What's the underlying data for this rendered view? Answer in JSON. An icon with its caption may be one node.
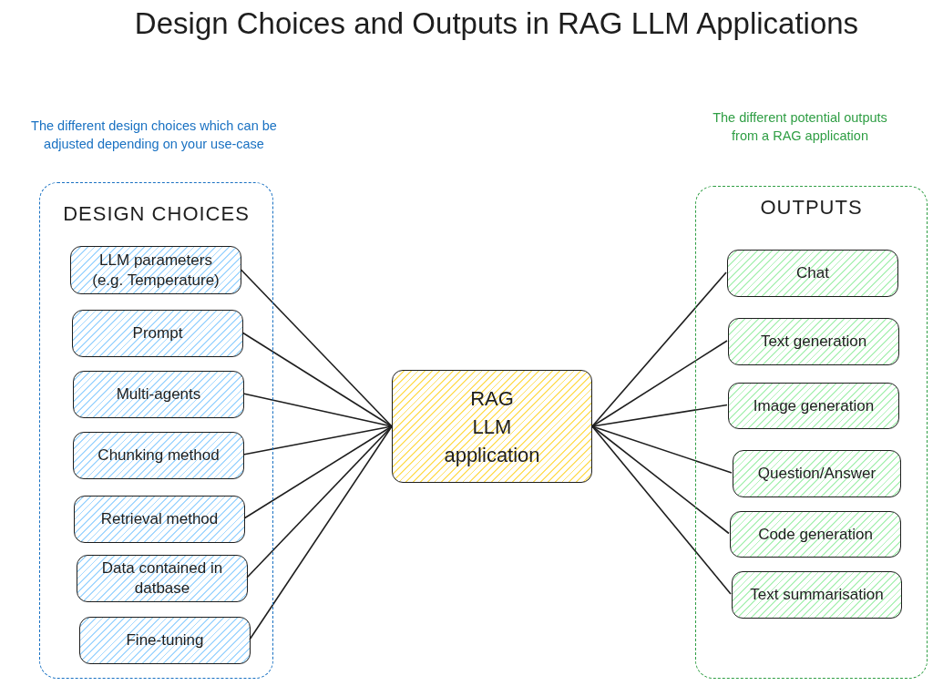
{
  "diagram": {
    "title": "Design Choices and Outputs in RAG LLM Applications",
    "nodes": [
      {
        "text": [
          "DESIGN CHOICES"
        ]
      },
      {
        "text": [
          "LLM parameters (e.g. Temperature)"
        ],
        "in": 0
      },
      {
        "text": [
          "Prompt"
        ],
        "in": 0
      },
      {
        "text": [
          "Multi-agents"
        ],
        "in": 0
      },
      {
        "text": [
          "Chunking method"
        ],
        "in": 0
      },
      {
        "text": [
          "Retrieval method"
        ],
        "in": 0
      },
      {
        "text": [
          "Data contained in datbase"
        ],
        "in": 0
      },
      {
        "text": [
          "Fine-tuning"
        ],
        "in": 0
      },
      {
        "text": [
          "RAG LLM application"
        ]
      },
      {
        "text": [
          "OUTPUTS"
        ]
      },
      {
        "text": [
          "Chat"
        ],
        "in": 9
      },
      {
        "text": [
          "Text generation"
        ],
        "in": 9
      },
      {
        "text": [
          "Image generation"
        ],
        "in": 9
      },
      {
        "text": [
          "Question/Answer"
        ],
        "in": 9
      },
      {
        "text": [
          "Code generation"
        ],
        "in": 9
      },
      {
        "text": [
          "Text summarisation"
        ],
        "in": 9
      }
    ],
    "edges": [
      {
        "from": 1,
        "to": 8,
        "arrow": "none"
      },
      {
        "from": 2,
        "to": 8,
        "arrow": "none"
      },
      {
        "from": 3,
        "to": 8,
        "arrow": "none"
      },
      {
        "from": 4,
        "to": 8,
        "arrow": "none"
      },
      {
        "from": 5,
        "to": 8,
        "arrow": "none"
      },
      {
        "from": 6,
        "to": 8,
        "arrow": "none"
      },
      {
        "from": 7,
        "to": 8,
        "arrow": "none"
      },
      {
        "from": 8,
        "to": 10,
        "arrow": "none"
      },
      {
        "from": 8,
        "to": 11,
        "arrow": "none"
      },
      {
        "from": 8,
        "to": 12,
        "arrow": "none"
      },
      {
        "from": 8,
        "to": 13,
        "arrow": "none"
      },
      {
        "from": 8,
        "to": 14,
        "arrow": "none"
      },
      {
        "from": 8,
        "to": 15,
        "arrow": "none"
      }
    ],
    "labels": [
      "The different design choices which can be adjusted depending on your use-case",
      "The different potential outputs from a RAG application"
    ]
  }
}
